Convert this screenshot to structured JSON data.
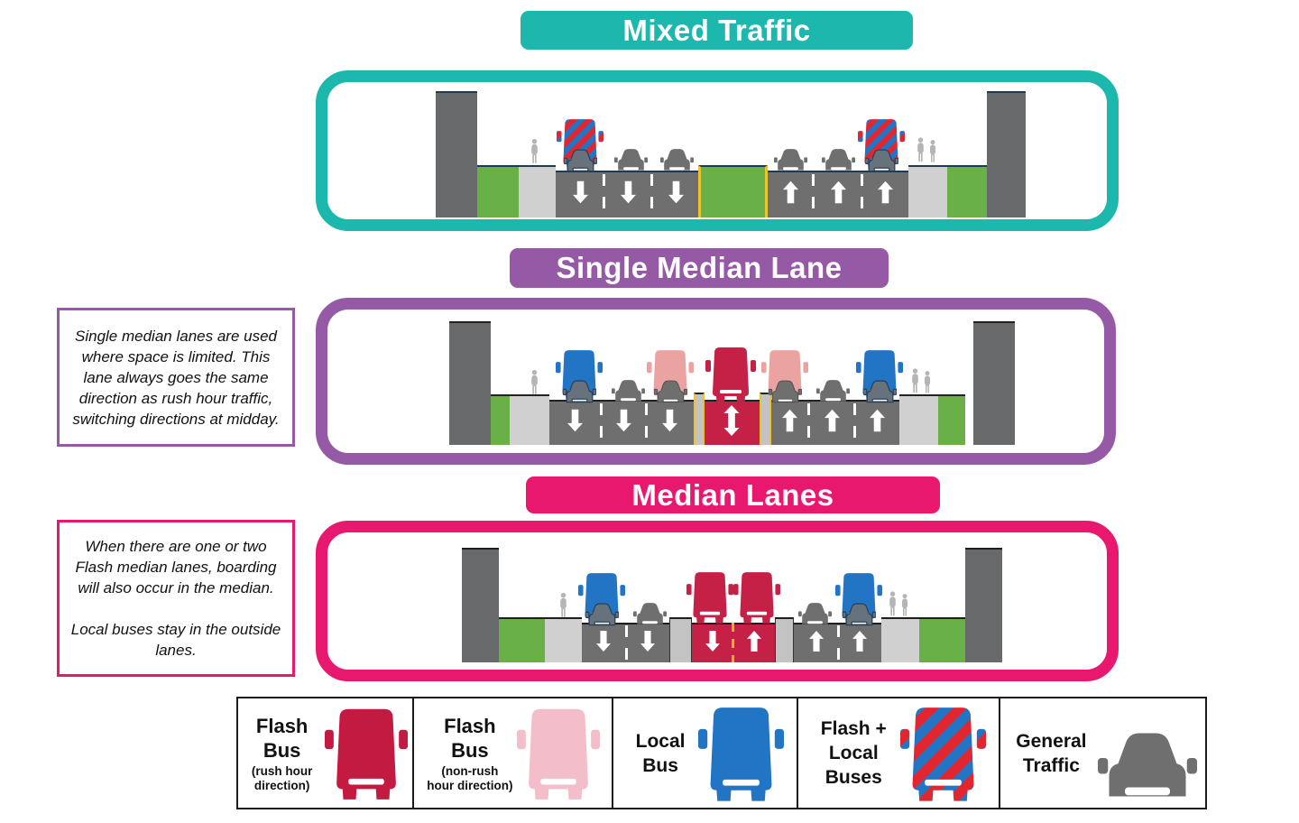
{
  "sections": [
    {
      "title": "Mixed Traffic",
      "accent": "#1cb8ae"
    },
    {
      "title": "Single Median Lane",
      "accent": "#9559a5",
      "note": "Single median lanes are used where space is limited. This lane always goes the same direction as rush hour traffic, switching directions at midday."
    },
    {
      "title": "Median Lanes",
      "accent": "#e9186f",
      "note_lines": [
        "When there are one or two Flash median lanes, boarding will also occur in the median.",
        "Local buses stay in the outside lanes."
      ]
    }
  ],
  "legend": {
    "items": [
      {
        "label": "Flash Bus",
        "sublabel": "(rush hour direction)",
        "icon": "flash-bus-rush-icon",
        "color": "#c31a41"
      },
      {
        "label": "Flash Bus",
        "sublabel": "(non-rush hour direction)",
        "icon": "flash-bus-nonrush-icon",
        "color": "#f3bdc9"
      },
      {
        "label": "Local Bus",
        "sublabel": "",
        "icon": "local-bus-icon",
        "color": "#2274c5"
      },
      {
        "label": "Flash + Local Buses",
        "sublabel": "",
        "icon": "flash-local-bus-icon",
        "color": "red/blue stripes"
      },
      {
        "label": "General Traffic",
        "sublabel": "",
        "icon": "general-traffic-car-icon",
        "color": "#6f6f6f"
      }
    ]
  },
  "colors": {
    "teal": "#1cb8ae",
    "purple": "#9559a5",
    "pink": "#e9186f",
    "flash_red": "#c52045",
    "flash_pink": "#eba3a2",
    "local_blue": "#2274c5",
    "road_gray": "#6f6f6f",
    "green": "#68b047",
    "sidewalk": "#d0d0d0",
    "lane_yellow": "#ecc52e"
  }
}
